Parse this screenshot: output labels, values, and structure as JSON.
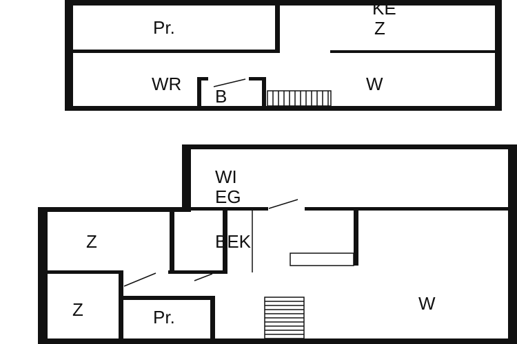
{
  "top_floor": {
    "rooms": [
      {
        "label": "Pr."
      },
      {
        "label": "KE"
      },
      {
        "label": "Z"
      },
      {
        "label": "WR"
      },
      {
        "label": "B"
      },
      {
        "label": "W"
      }
    ]
  },
  "bottom_floor": {
    "rooms": [
      {
        "label": "WI"
      },
      {
        "label": "EG"
      },
      {
        "label": "Z"
      },
      {
        "label": "BEK"
      },
      {
        "label": "Z"
      },
      {
        "label": "Pr."
      },
      {
        "label": "W"
      }
    ]
  },
  "colors": {
    "wall": "#111111",
    "background": "#ffffff"
  }
}
